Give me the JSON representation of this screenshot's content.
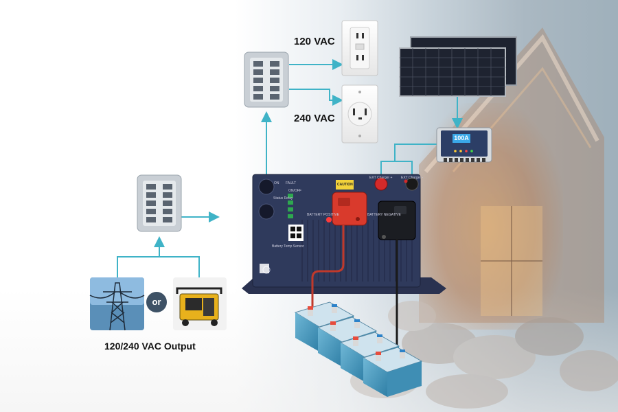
{
  "labels": {
    "vac120": "120 VAC",
    "vac240": "240 VAC",
    "output": "120/240 VAC Output",
    "or": "or"
  },
  "charge_controller": {
    "display": "100A"
  },
  "inverter": {
    "on": "ON",
    "fault": "FAULT",
    "on_off": "ON/OFF",
    "status_relay": "Status Relay",
    "battery_temp_sensor": "Battery Temp Sensor",
    "caution": "CAUTION",
    "ext_charger_pos": "EXT Charger +",
    "ext_charger_neg": "EXT Charger -",
    "battery_positive": "BATTERY POSITIVE",
    "battery_negative": "BATTERY NEGATIVE"
  },
  "colors": {
    "connector": "#3fb3c7",
    "inverter_body": "#2f3a5c",
    "positive_cable": "#c0392b",
    "negative_cable": "#1a1a1a"
  },
  "icons": [
    "breaker-panel-icon",
    "outlet-120v-icon",
    "outlet-240v-icon",
    "solar-panel-icon",
    "charge-controller-icon",
    "power-grid-icon",
    "generator-icon",
    "battery-icon"
  ]
}
